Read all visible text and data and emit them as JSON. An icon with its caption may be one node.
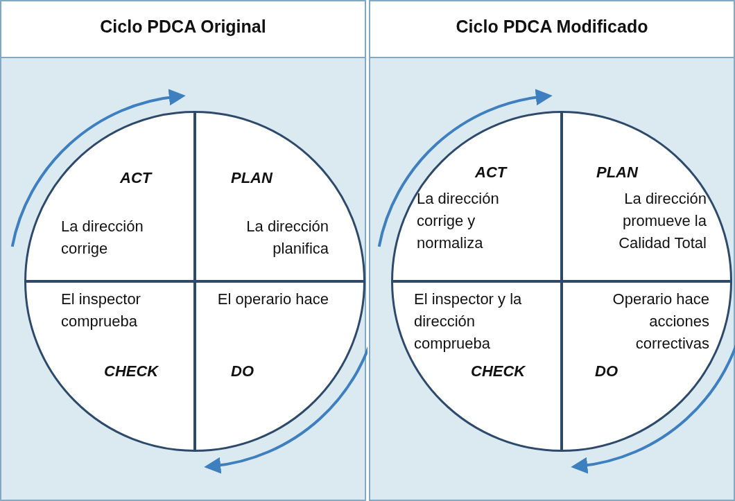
{
  "diagram": {
    "nodes": [
      {
        "text": [
          "Ciclo PDCA Original"
        ]
      },
      {
        "text": [],
        "shape": "circle",
        "in": 0
      },
      {
        "text": [
          "ACT",
          "La dirección corrige"
        ],
        "in": 1
      },
      {
        "text": [
          "PLAN",
          "La dirección planifica"
        ],
        "in": 1
      },
      {
        "text": [
          "El inspector comprueba",
          "CHECK"
        ],
        "in": 1
      },
      {
        "text": [
          "El operario hace",
          "DO"
        ],
        "in": 1
      },
      {
        "text": [
          "Ciclo PDCA Modificado"
        ]
      },
      {
        "text": [],
        "shape": "circle",
        "in": 6
      },
      {
        "text": [
          "ACT",
          "La dirección corrige y normaliza"
        ],
        "in": 7
      },
      {
        "text": [
          "PLAN",
          "La dirección promueve la Calidad Total"
        ],
        "in": 7
      },
      {
        "text": [
          "El inspector y la dirección comprueba",
          "CHECK"
        ],
        "in": 7
      },
      {
        "text": [
          "Operario hace acciones correctivas",
          "DO"
        ],
        "in": 7
      }
    ],
    "edges": []
  }
}
